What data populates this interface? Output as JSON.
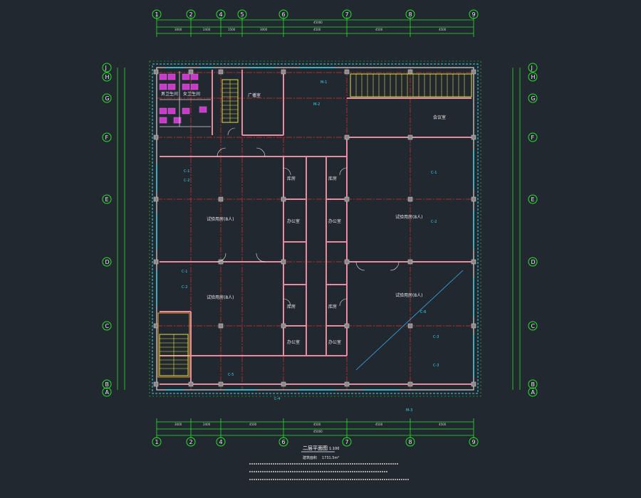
{
  "drawing": {
    "grid_axes_horizontal": [
      "1",
      "2",
      "4",
      "5",
      "6",
      "7",
      "8",
      "9"
    ],
    "grid_axes_vertical": [
      "J",
      "H",
      "G",
      "F",
      "E",
      "D",
      "C",
      "B",
      "A"
    ],
    "room_labels": {
      "hall_top_left": "试验用房(8人)",
      "hall_mid_left": "试验用房(8人)",
      "hall_right_upper": "试验用房(8人)",
      "hall_right_lower": "试验用房(8人)",
      "small_room_1": "库房",
      "small_room_2": "库房",
      "small_room_3": "办公室",
      "small_room_4": "办公室",
      "small_room_5": "库房",
      "small_room_6": "库房",
      "small_room_7": "办公室",
      "small_room_8": "办公室",
      "meeting_room": "会议室",
      "broadcast_room": "广播室",
      "toilet_m": "男卫生间",
      "toilet_f": "女卫生间"
    },
    "title": "二层平面图",
    "scale": "1:100",
    "area_label": "建筑面积",
    "area_value": "1731.5m²"
  }
}
